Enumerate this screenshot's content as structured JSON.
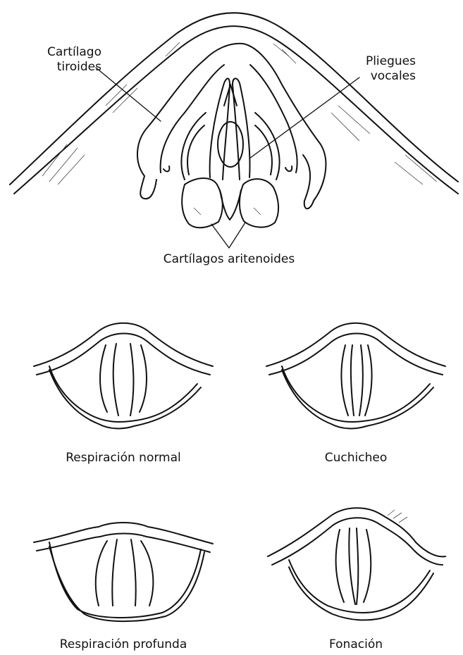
{
  "labels": {
    "thyroid_line1": "Cartílago",
    "thyroid_line2": "tiroides",
    "folds_line1": "Pliegues",
    "folds_line2": "vocales",
    "arytenoid": "Cartílagos aritenoides"
  },
  "states": [
    {
      "caption": "Respiración normal"
    },
    {
      "caption": "Cuchicheo"
    },
    {
      "caption": "Respiración profunda"
    },
    {
      "caption": "Fonación"
    }
  ]
}
